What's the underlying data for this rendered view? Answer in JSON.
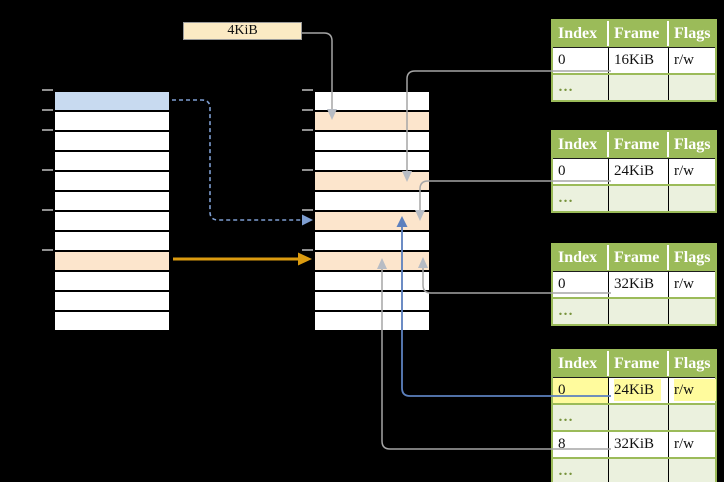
{
  "page_size_label": {
    "text": "4KiB"
  },
  "virtual_page_column": {
    "rows": 12,
    "blue_row_index": 0,
    "orange_row_index": 8,
    "tick_row_boundaries": [
      0,
      1,
      2,
      4,
      6,
      8
    ]
  },
  "physical_page_column": {
    "rows": 12,
    "orange_row_indices": [
      1,
      4,
      6,
      8
    ],
    "tick_row_boundaries": [
      0,
      1,
      2,
      4,
      6,
      8
    ]
  },
  "frame_tables": [
    {
      "headers": [
        "Index",
        "Frame",
        "Flags"
      ],
      "rows": [
        [
          "0",
          "16KiB",
          "r/w"
        ],
        [
          "…",
          "",
          ""
        ]
      ]
    },
    {
      "headers": [
        "Index",
        "Frame",
        "Flags"
      ],
      "rows": [
        [
          "0",
          "24KiB",
          "r/w"
        ],
        [
          "…",
          "",
          ""
        ]
      ]
    },
    {
      "headers": [
        "Index",
        "Frame",
        "Flags"
      ],
      "rows": [
        [
          "0",
          "32KiB",
          "r/w"
        ],
        [
          "…",
          "",
          ""
        ]
      ]
    },
    {
      "headers": [
        "Index",
        "Frame",
        "Flags"
      ],
      "rows": [
        [
          "0",
          "24KiB",
          "r/w"
        ],
        [
          "…",
          "",
          ""
        ],
        [
          "8",
          "32KiB",
          "r/w"
        ],
        [
          "…",
          "",
          ""
        ]
      ],
      "highlighted_row_index": 0
    }
  ],
  "colors": {
    "background": "#000000",
    "highlight_blue": "#C8DAF0",
    "highlight_orange": "#FCE5CC",
    "table_header_green": "#9BBB59",
    "table_row_green": "#EBF1DE",
    "ellipsis_green": "#77933C",
    "highlight_yellow": "#FFFB9D",
    "label_cream": "#FBEAC4",
    "arrow_gray": "#A6A6A6",
    "arrow_blue_dashed": "#7E9ED1",
    "arrow_blue_solid": "#5C80BE",
    "arrow_orange": "#DB9B10"
  }
}
